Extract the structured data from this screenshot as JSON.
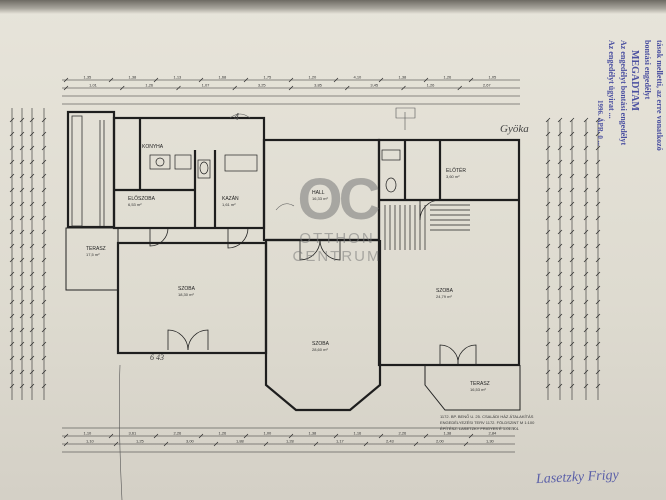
{
  "document": {
    "room_labels": {
      "terasz_left": "TERASZ",
      "eloszoba": "ELŐSZOBA",
      "kazan": "KAZÁN",
      "konyha": "KONYHA",
      "hall": "HALL",
      "szoba_left": "SZOBA",
      "szoba_center": "SZOBA",
      "szoba_right": "SZOBA",
      "eloter": "ELŐTÉR",
      "terasz_right": "TERASZ"
    },
    "room_areas": {
      "terasz_left": "17,5 m²",
      "eloszoba": "6,53 m²",
      "kazan": "1,61 m²",
      "hall": "16,33 m²",
      "szoba_left": "18,30 m²",
      "szoba_center": "28,60 m²",
      "szoba_right": "24,79 m²",
      "eloter": "3,60 m²",
      "terasz_right": "16,53 m²"
    },
    "title_block": {
      "line1": "1172. BP. BENŐ U. 25. CSALÁDI HÁZ ÁTALAKÍTÁS",
      "line2": "ENGEDÉLYEZÉSI TERV   1172. FÖLDSZINT   M 1:100",
      "line3": "ÉPÍTÉSZ: LASETZKY FRIGYES   É 1-01-101"
    },
    "handwritten": {
      "gyoka": "Gyöka",
      "mark_4": "4",
      "mark_643": "6 43",
      "signature": "Lasetzky Frigy"
    },
    "stamp": {
      "line1": "tások melletti, az erre vonatkozó",
      "line2": "bontási engedélyt",
      "line3": "MEGADTAM",
      "line4": "Az engedélyt bontási engedélyt",
      "line5": "Az engedélyt ügyirat ...",
      "date": "1996. ÁPR. 0 ..."
    },
    "watermark": {
      "logo": "OC",
      "line1": "OTTHON",
      "line2": "CENTRUM"
    },
    "dimension_top_rows": [
      [
        "1,35",
        "1,38",
        "1,13",
        "1,68",
        "1,75",
        "1,20",
        "4,10",
        "1,38",
        "1,26",
        "1,05"
      ],
      [
        "1,01",
        "1,26",
        "1,07",
        "3,25",
        "3,85",
        "3,45",
        "1,26",
        "2,67"
      ]
    ],
    "dimension_bottom_rows": [
      [
        "1,10",
        "3,61",
        "2,26",
        "1,26",
        "1,00",
        "1,38",
        "1,16",
        "2,26",
        "1,38",
        "2,84"
      ],
      [
        "1,10",
        "1,25",
        "3,00",
        "1,88",
        "1,28",
        "1,17",
        "2,43",
        "2,00",
        "1,30"
      ]
    ]
  }
}
